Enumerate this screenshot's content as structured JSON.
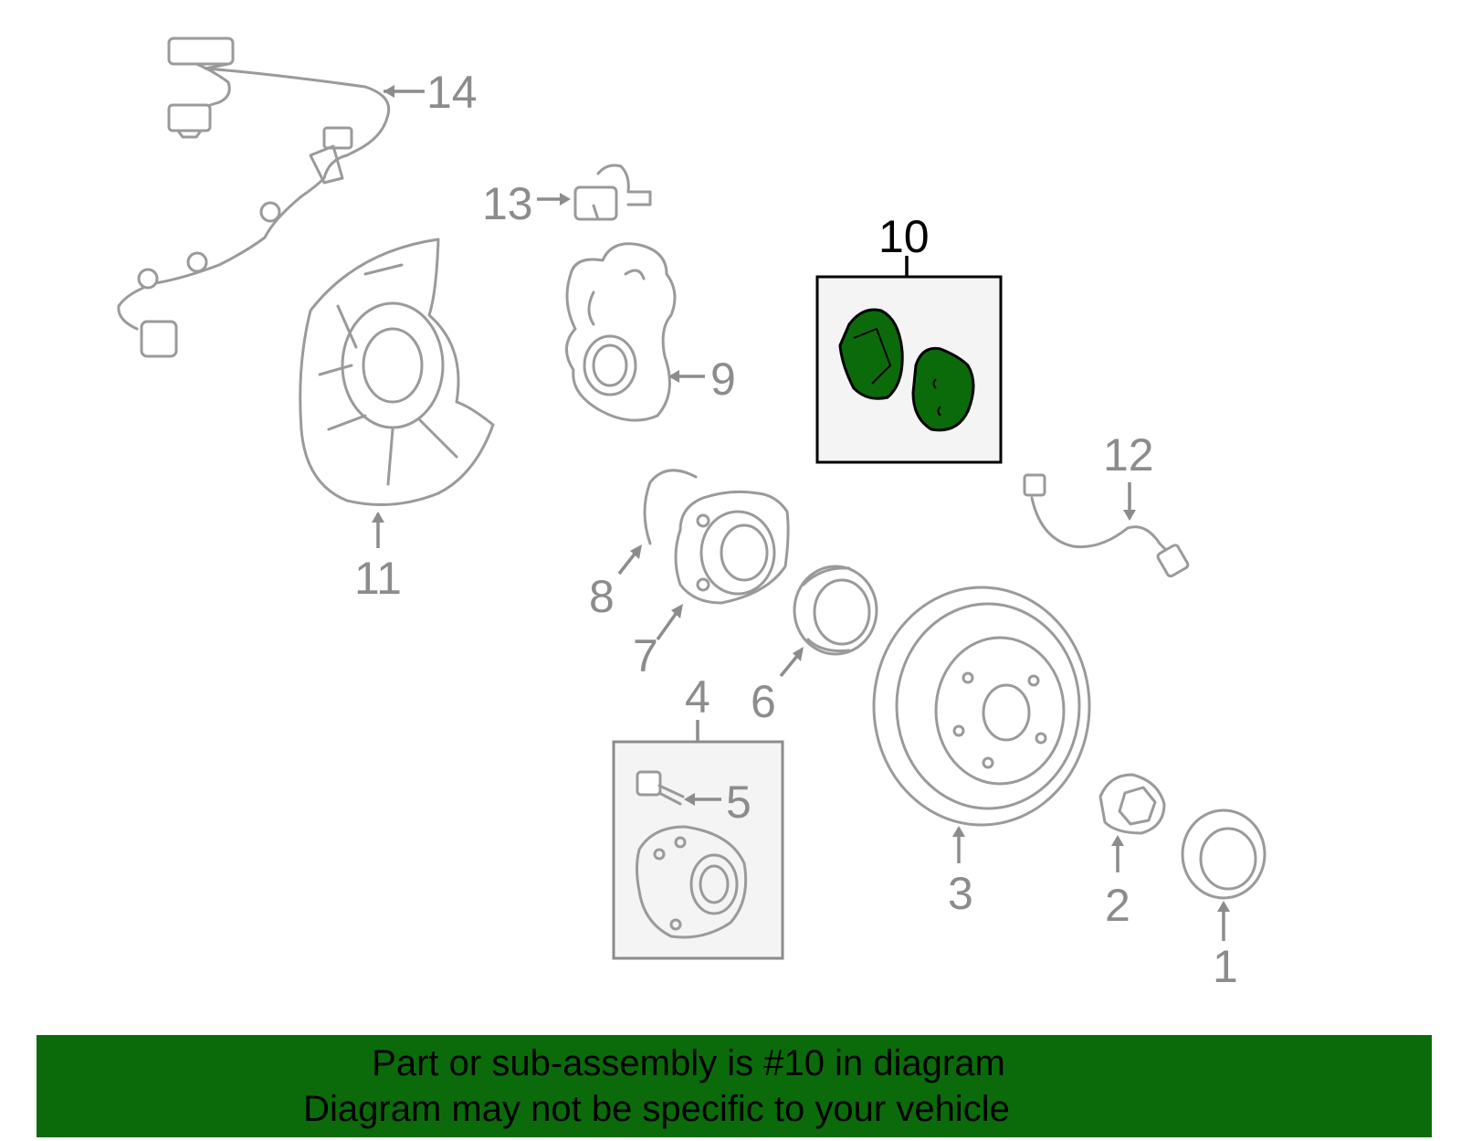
{
  "highlight_color": "#0b6b0b",
  "highlighted_part": "10",
  "callouts": {
    "c1": "1",
    "c2": "2",
    "c3": "3",
    "c4": "4",
    "c5": "5",
    "c6": "6",
    "c7": "7",
    "c8": "8",
    "c9": "9",
    "c10": "10",
    "c11": "11",
    "c12": "12",
    "c13": "13",
    "c14": "14"
  },
  "banner": {
    "line1": "Part or sub-assembly is #10 in diagram",
    "line2": "Diagram may not be specific to your vehicle"
  }
}
